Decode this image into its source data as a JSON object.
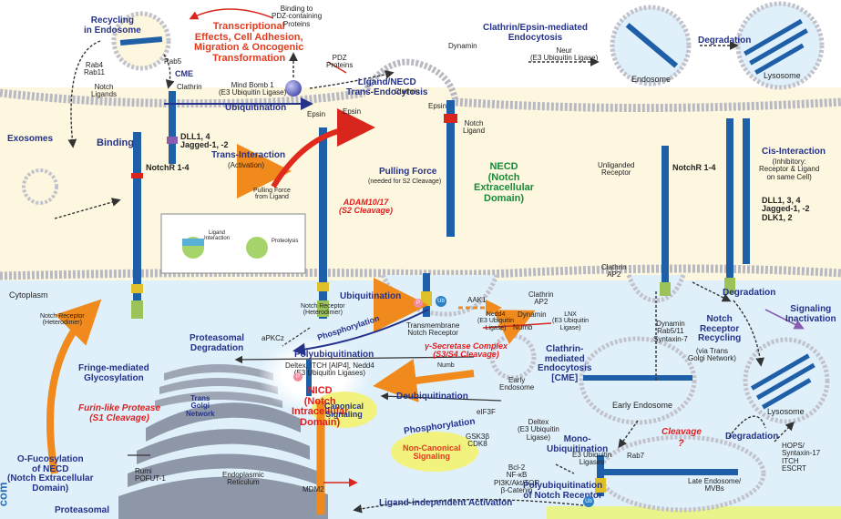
{
  "colors": {
    "extracellular": "#fdf7df",
    "cytoplasm": "#dff0fb",
    "membrane": "#b9b9c3",
    "notch_blue": "#1f5fa8",
    "arrow_orange": "#f08a1c",
    "label_blue": "#25328a",
    "label_red": "#e33b1f",
    "er_gray": "#8e97a8",
    "bottom_bar": "#e9f58b"
  },
  "labels": {
    "recycling_endosome": "Recycling\nin Endosome",
    "rab4_rab11": "Rab4\nRab11",
    "rab5": "Rab5",
    "cme": "CME",
    "transcriptional": "Transcriptional\nEffects, Cell Adhesion,\nMigration & Oncogenic\nTransformation",
    "pdz_binding": "Binding to\nPDZ-containing\nProteins",
    "pdz_proteins": "PDZ\nProteins",
    "ligand_necd": "Ligand/NECD\nTrans-Endocytosis",
    "clathrin_epsin": "Clathrin/Epsin-mediated\nEndocytosis",
    "dynamin_top": "Dynamin",
    "neur": "Neur\n(E3 Ubiquitin Ligase)",
    "degradation_top": "Degradation",
    "endosome": "Endosome",
    "lysosome_top": "Lysosome",
    "notch_ligands": "Notch\nLigands",
    "clathrin_left": "Clathrin",
    "mind_bomb": "Mind Bomb 1\n(E3 Ubiquitin Ligase)",
    "ubiquitination_top": "Ubiquitination",
    "clathrin_mid": "Clathrin",
    "epsin1": "Epsin",
    "epsin2": "Epsin",
    "epsin3": "Epsin",
    "notch_ligand": "Notch\nLigand",
    "exosomes": "Exosomes",
    "binding": "Binding",
    "dll_jagged": "DLL1, 4\nJagged-1, -2",
    "notchr_left": "NotchR 1-4",
    "trans_interaction": "Trans-Interaction",
    "activation": "(Activation)",
    "pulling_force_inset": "Pulling Force\nfrom Ligand",
    "ligand_interaction": "Ligand\nInteraction",
    "proteolysis": "Proteolysis",
    "pulling_force": "Pulling Force",
    "pulling_force_sub": "(needed for S2 Cleavage)",
    "necd": "NECD\n(Notch\nExtracellular\nDomain)",
    "adam": "ADAM10/17\n(S2 Cleavage)",
    "unliganded_receptor": "Unliganded\nReceptor",
    "notchr_right": "NotchR 1-4",
    "cis_interaction": "Cis-Interaction",
    "cis_sub": "(Inhibitory:\nReceptor & Ligand\non same Cell)",
    "dll_jagged_dlk": "DLL1, 3, 4\nJagged-1, -2\nDLK1, 2",
    "cytoplasm": "Cytoplasm",
    "notch_receptor_het": "Notch Receptor\n(Heterodimer)",
    "notch_receptor_het2": "Notch Receptor\n(Heterodimer)",
    "ubiquitination_mid": "Ubiquitination",
    "aak1": "AAK1",
    "clathrin_ap2_a": "Clathrin\nAP2",
    "clathrin_ap2_b": "Clathrin\nAP2",
    "transmembrane": "Transmembrane\nNotch Receptor",
    "dynamin_mid": "Dynamin",
    "nedd4": "Nedd4\n(E3 Ubiquitin\nLigase)",
    "numb": "Numb",
    "lnx": "LNX\n(E3 Ubiquitin\nLigase)",
    "apkcz": "aPKCz",
    "phosphorylation1": "Phosphorylation",
    "proteasomal_deg": "Proteasomal\nDegradation",
    "gamma_secretase": "γ-Secretase Complex\n(S3/S4 Cleavage)",
    "dynamin_rab": "Dynamin\nRab5/11\nSyntaxin-7",
    "notch_recycling": "Notch\nReceptor\nRecycling",
    "trans_golgi_sub": "(via Trans\nGolgi Network)",
    "degradation_mid": "Degradation",
    "signaling_inactivation": "Signaling\nInactivation",
    "polyubiquitination": "Polyubiquitination",
    "deltex_list": "Deltex, ITCH [AIP4], Nedd4\n(E3 Ubiquitin Ligases)",
    "numb2": "Numb",
    "clathrin_cme": "Clathrin-\nmediated\nEndocytosis\n[CME]",
    "fringe": "Fringe-mediated\nGlycosylation",
    "trans_golgi": "Trans\nGolgi\nNetwork",
    "deubiquitination": "Deubiquitination",
    "early_endosome1": "Early\nEndosome",
    "eif3f": "eIF3F",
    "furin": "Furin-like Protease\n(S1 Cleavage)",
    "nicd": "NICD\n(Notch\nIntracellular\nDomain)",
    "phosphorylation2": "Phosphorylation",
    "gsk": "GSK3β\nCDK8",
    "deltex_mono": "Deltex\n(E3 Ubiquitin\nLigase)",
    "mono_ubiquitination": "Mono-\nUbiquitination",
    "early_endosome2": "Early Endosome",
    "lysosome_mid": "Lysosome",
    "canonical": "Canonical\nSignaling",
    "non_canonical": "Non-Canonical\nSignaling",
    "bcl2_list": "Bcl-2\nNF-κB\nPI3K/Akt/TOR\nβ-Catenin",
    "ofucosylation": "O-Fucosylation\nof NECD\n(Notch Extracellular\nDomain)",
    "rumi": "Rumi\nPOFUT-1",
    "er": "Endoplasmic\nReticulum",
    "e3_ligases": "E3 Ubiquitin\nLigases",
    "rab7": "Rab7",
    "cleavage": "Cleavage",
    "question": "?",
    "degradation_bottom": "Degradation",
    "hops": "HOPS/\nSyntaxin-17\nITCH\nESCRT",
    "polyubiq_receptor": "Polyubiquitination\nof Notch Receptor",
    "late_endosome": "Late Endosome/\nMVBs",
    "mdm2": "MDM2",
    "ligand_independent": "Ligand-independent Activation",
    "proteasomal_bottom": "Proteasomal",
    "watermark": "com",
    "ub": "Ub",
    "p": "P"
  }
}
